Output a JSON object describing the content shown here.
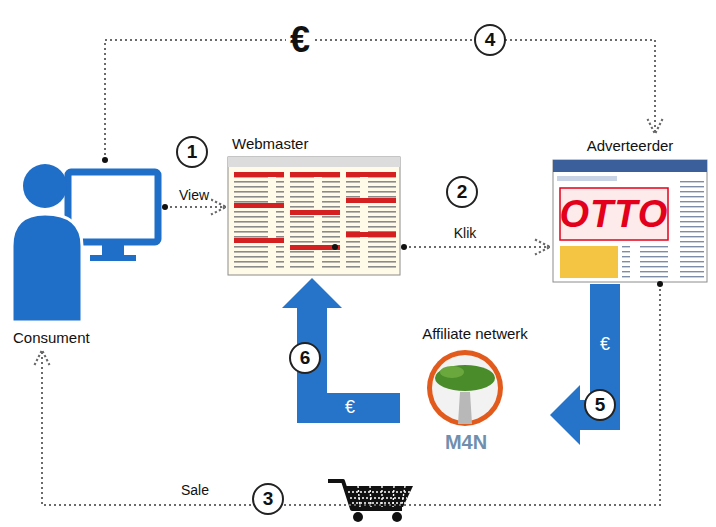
{
  "diagram": {
    "nodes": [
      {
        "text": [
          "Consument"
        ]
      },
      {
        "text": [
          "Webmaster"
        ]
      },
      {
        "text": [
          "Adverteerder"
        ]
      },
      {
        "text": [
          "Affiliate netwerk"
        ]
      }
    ],
    "edges": [
      {
        "from": 0,
        "to": 1,
        "label": "View",
        "arrow": "to"
      },
      {
        "from": 1,
        "to": 2,
        "label": "Klik",
        "arrow": "to"
      },
      {
        "from": 2,
        "to": 0,
        "label": "Sale",
        "arrow": "to"
      },
      {
        "from": 0,
        "to": 2,
        "label": "€",
        "arrow": "to"
      },
      {
        "from": 2,
        "to": 3,
        "label": "€",
        "arrow": "to"
      },
      {
        "from": 3,
        "to": 1,
        "label": "€",
        "arrow": "to"
      }
    ],
    "labels": [
      "1",
      "2",
      "3",
      "4",
      "5",
      "6",
      "OTTO",
      "M4N"
    ]
  }
}
